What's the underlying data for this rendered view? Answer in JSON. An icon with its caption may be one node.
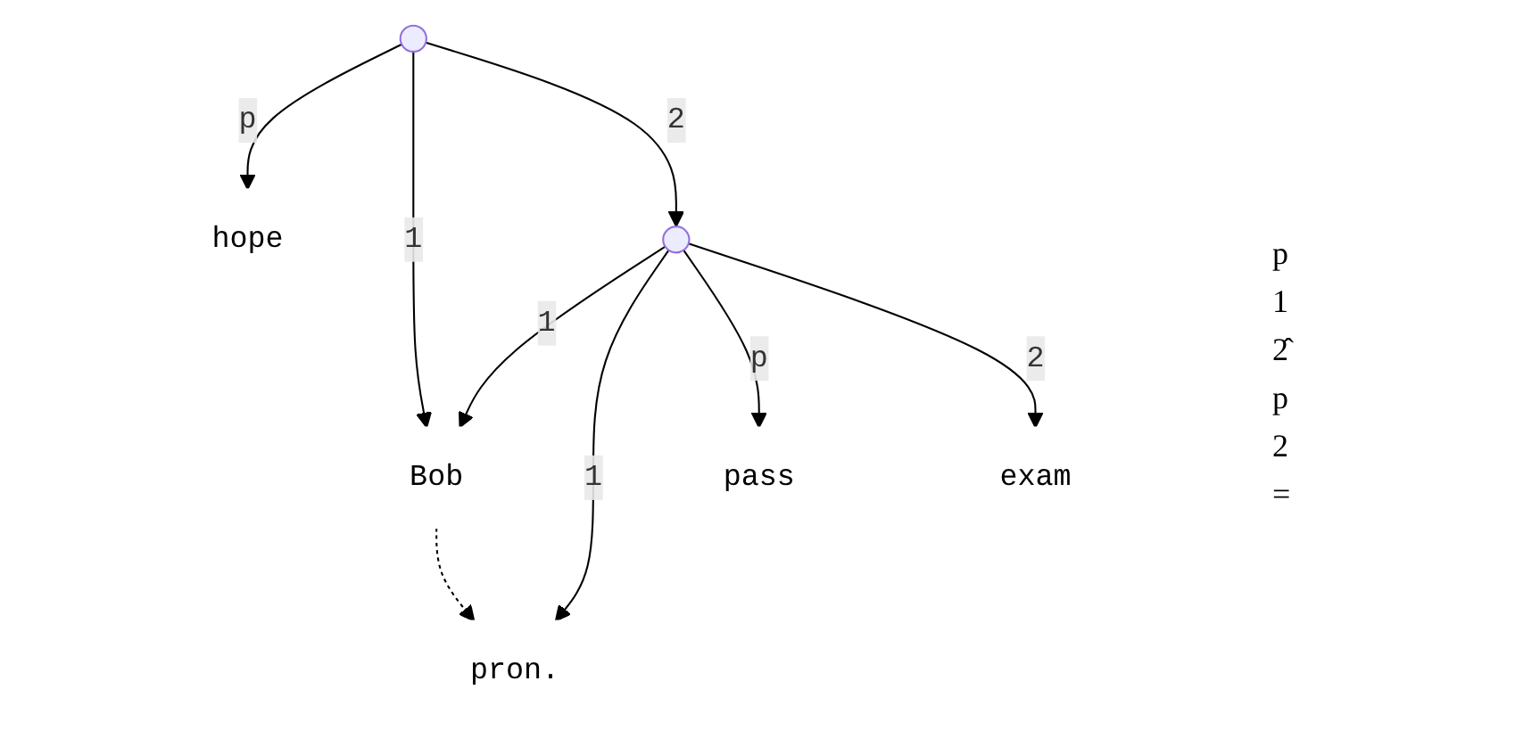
{
  "diagram": {
    "nodes": [
      {
        "text": [],
        "shape": "circle"
      },
      {
        "text": [],
        "shape": "circle"
      },
      {
        "text": [
          "hope"
        ]
      },
      {
        "text": [
          "Bob"
        ]
      },
      {
        "text": [
          "pron."
        ]
      },
      {
        "text": [
          "pass"
        ]
      },
      {
        "text": [
          "exam"
        ]
      }
    ],
    "edges": [
      {
        "from": 0,
        "to": 2,
        "arrow": "to",
        "label": "p"
      },
      {
        "from": 0,
        "to": 3,
        "arrow": "to",
        "label": "1"
      },
      {
        "from": 0,
        "to": 1,
        "arrow": "to",
        "label": "2"
      },
      {
        "from": 1,
        "to": 3,
        "arrow": "to",
        "label": "1"
      },
      {
        "from": 1,
        "to": 4,
        "arrow": "to",
        "label": "1"
      },
      {
        "from": 1,
        "to": 5,
        "arrow": "to",
        "label": "p"
      },
      {
        "from": 1,
        "to": 6,
        "arrow": "to",
        "label": "2"
      },
      {
        "from": 3,
        "to": 4,
        "arrow": "to",
        "style": "dashed"
      }
    ],
    "labels": [
      "p",
      "1",
      "2̂",
      "p",
      "2",
      "="
    ]
  }
}
